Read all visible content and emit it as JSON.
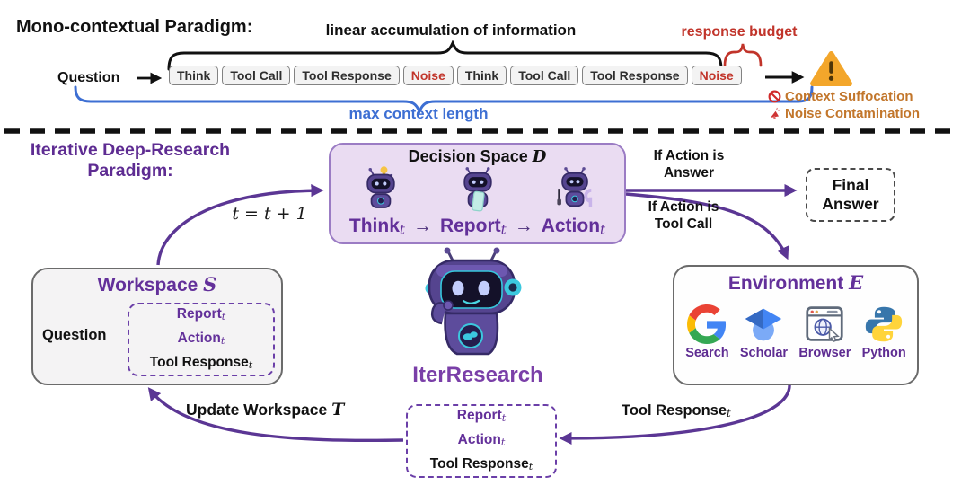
{
  "mono": {
    "title": "Mono-contextual Paradigm:",
    "accumulation_label": "linear accumulation of information",
    "response_budget_label": "response budget",
    "question_label": "Question",
    "sequence": [
      "Think",
      "Tool Call",
      "Tool Response",
      "Noise",
      "Think",
      "Tool Call",
      "Tool Response",
      "Noise"
    ],
    "max_context_label": "max context length",
    "warning_items": [
      "Context Suffocation",
      "Noise Contamination"
    ]
  },
  "iter": {
    "title_line1": "Iterative Deep-Research",
    "title_line2": "Paradigm:",
    "iteration_label": "t = t + 1",
    "decision_space": {
      "title": "Decision Space",
      "symbol": "D",
      "steps": [
        "Think",
        "Report",
        "Action"
      ],
      "subscript": "t",
      "arrow": "→"
    },
    "branch_answer": {
      "line1": "If Action is",
      "line2": "Answer"
    },
    "branch_tool": {
      "line1": "If Action is",
      "line2": "Tool Call"
    },
    "final_answer": {
      "line1": "Final",
      "line2": "Answer"
    },
    "workspace": {
      "title": "Workspace",
      "symbol": "S",
      "question": "Question",
      "state": {
        "report": "Report",
        "action": "Action",
        "tool_response": "Tool Response",
        "subscript": "t"
      }
    },
    "environment": {
      "title": "Environment",
      "symbol": "E",
      "tools": [
        "Search",
        "Scholar",
        "Browser",
        "Python"
      ]
    },
    "agent_name": "IterResearch",
    "update_label": {
      "text": "Update Workspace",
      "symbol": "T"
    },
    "tool_response_label": {
      "text": "Tool Response",
      "subscript": "t"
    },
    "state_box": {
      "report": "Report",
      "action": "Action",
      "tool_response": "Tool Response",
      "subscript": "t"
    }
  },
  "colors": {
    "purple_text": "#63309a",
    "arrow_purple": "#5b3694",
    "red": "#c1342a",
    "blue": "#3d6fd3",
    "warning_orange": "#c2762b",
    "amber": "#f3a62b",
    "decision_fill": "#eadcf2",
    "box_gray": "#f3f3f3"
  }
}
